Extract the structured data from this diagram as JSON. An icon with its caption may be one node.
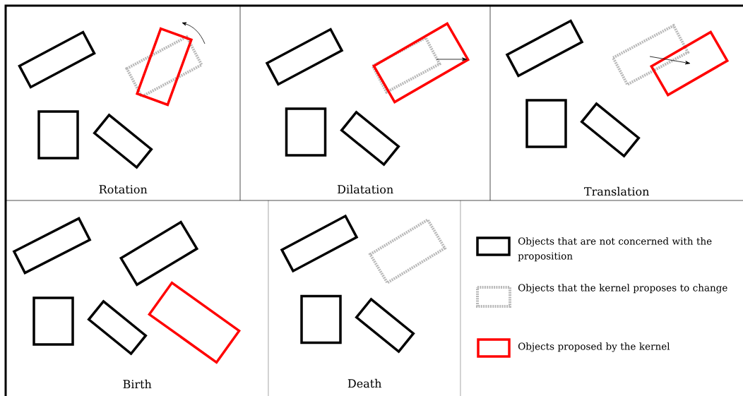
{
  "diagram": {
    "nodes": [
      {
        "text": [
          "Rotation"
        ]
      },
      {
        "text": [
          "Dilatation"
        ]
      },
      {
        "text": [
          "Translation"
        ]
      },
      {
        "text": [
          "Birth"
        ]
      },
      {
        "text": [
          "Death"
        ]
      }
    ],
    "legend": [
      {
        "text": "Objects that are not concerned with the proposition"
      },
      {
        "text": "Objects that the kernel proposes to change"
      },
      {
        "text": "Objects proposed by the kernel"
      }
    ]
  }
}
